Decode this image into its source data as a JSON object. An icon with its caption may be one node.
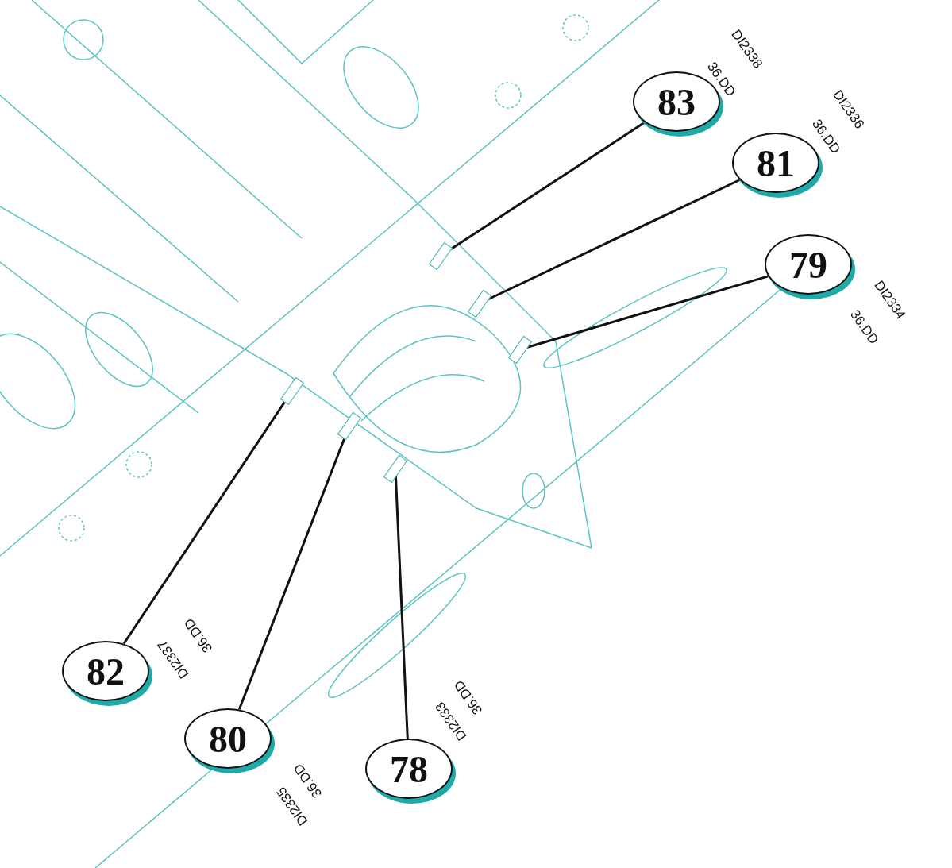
{
  "diagram": {
    "nodes": [
      {
        "text": [
          "83"
        ],
        "beside": [
          "DI2338",
          "36.DD"
        ]
      },
      {
        "text": [
          "81"
        ],
        "beside": [
          "DI2336",
          "36.DD"
        ]
      },
      {
        "text": [
          "79"
        ],
        "beside": [
          "DI2334",
          "36.DD"
        ]
      },
      {
        "text": [
          "82"
        ],
        "beside": [
          "DI2337",
          "36.DD"
        ]
      },
      {
        "text": [
          "80"
        ],
        "beside": [
          "DI2335",
          "36.DD"
        ]
      },
      {
        "text": [
          "78"
        ],
        "beside": [
          "DI2333",
          "36.DD"
        ]
      },
      {
        "text": [],
        "shape": "box"
      },
      {
        "text": [],
        "shape": "box"
      },
      {
        "text": [],
        "shape": "box"
      },
      {
        "text": [],
        "shape": "box"
      },
      {
        "text": [],
        "shape": "box"
      },
      {
        "text": [],
        "shape": "box"
      }
    ],
    "edges": [
      {
        "from": 0,
        "to": 6,
        "arrow": "none"
      },
      {
        "from": 1,
        "to": 7,
        "arrow": "none"
      },
      {
        "from": 2,
        "to": 8,
        "arrow": "none"
      },
      {
        "from": 3,
        "to": 9,
        "arrow": "none"
      },
      {
        "from": 4,
        "to": 10,
        "arrow": "none"
      },
      {
        "from": 5,
        "to": 11,
        "arrow": "none"
      }
    ]
  }
}
